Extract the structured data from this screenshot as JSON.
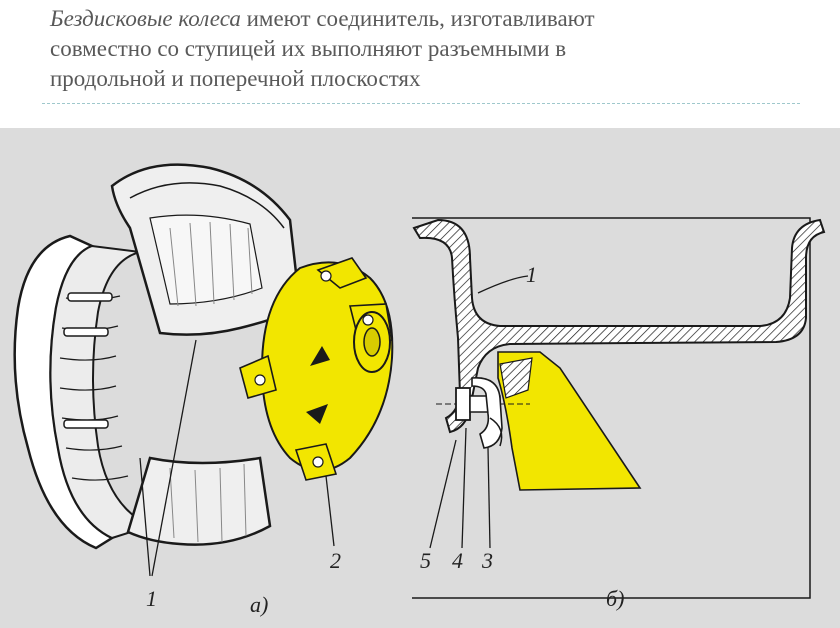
{
  "slide": {
    "title_italic": "Бездисковые колеса",
    "title_line1_rest": " имеют соединитель, изготавливают",
    "title_line2": "совместно со ступицей их выполняют разъемными в",
    "title_line3": "продольной и поперечной плоскостях"
  },
  "figure": {
    "labels": {
      "part_1_left": "1",
      "part_2": "2",
      "caption_a": "а)",
      "part_1_right": "1",
      "part_5": "5",
      "part_4": "4",
      "part_3": "3",
      "caption_b": "б)"
    },
    "colors": {
      "hub_yellow": "#f2e600",
      "line": "#1a1a1a",
      "background": "#dcdcdc"
    }
  }
}
